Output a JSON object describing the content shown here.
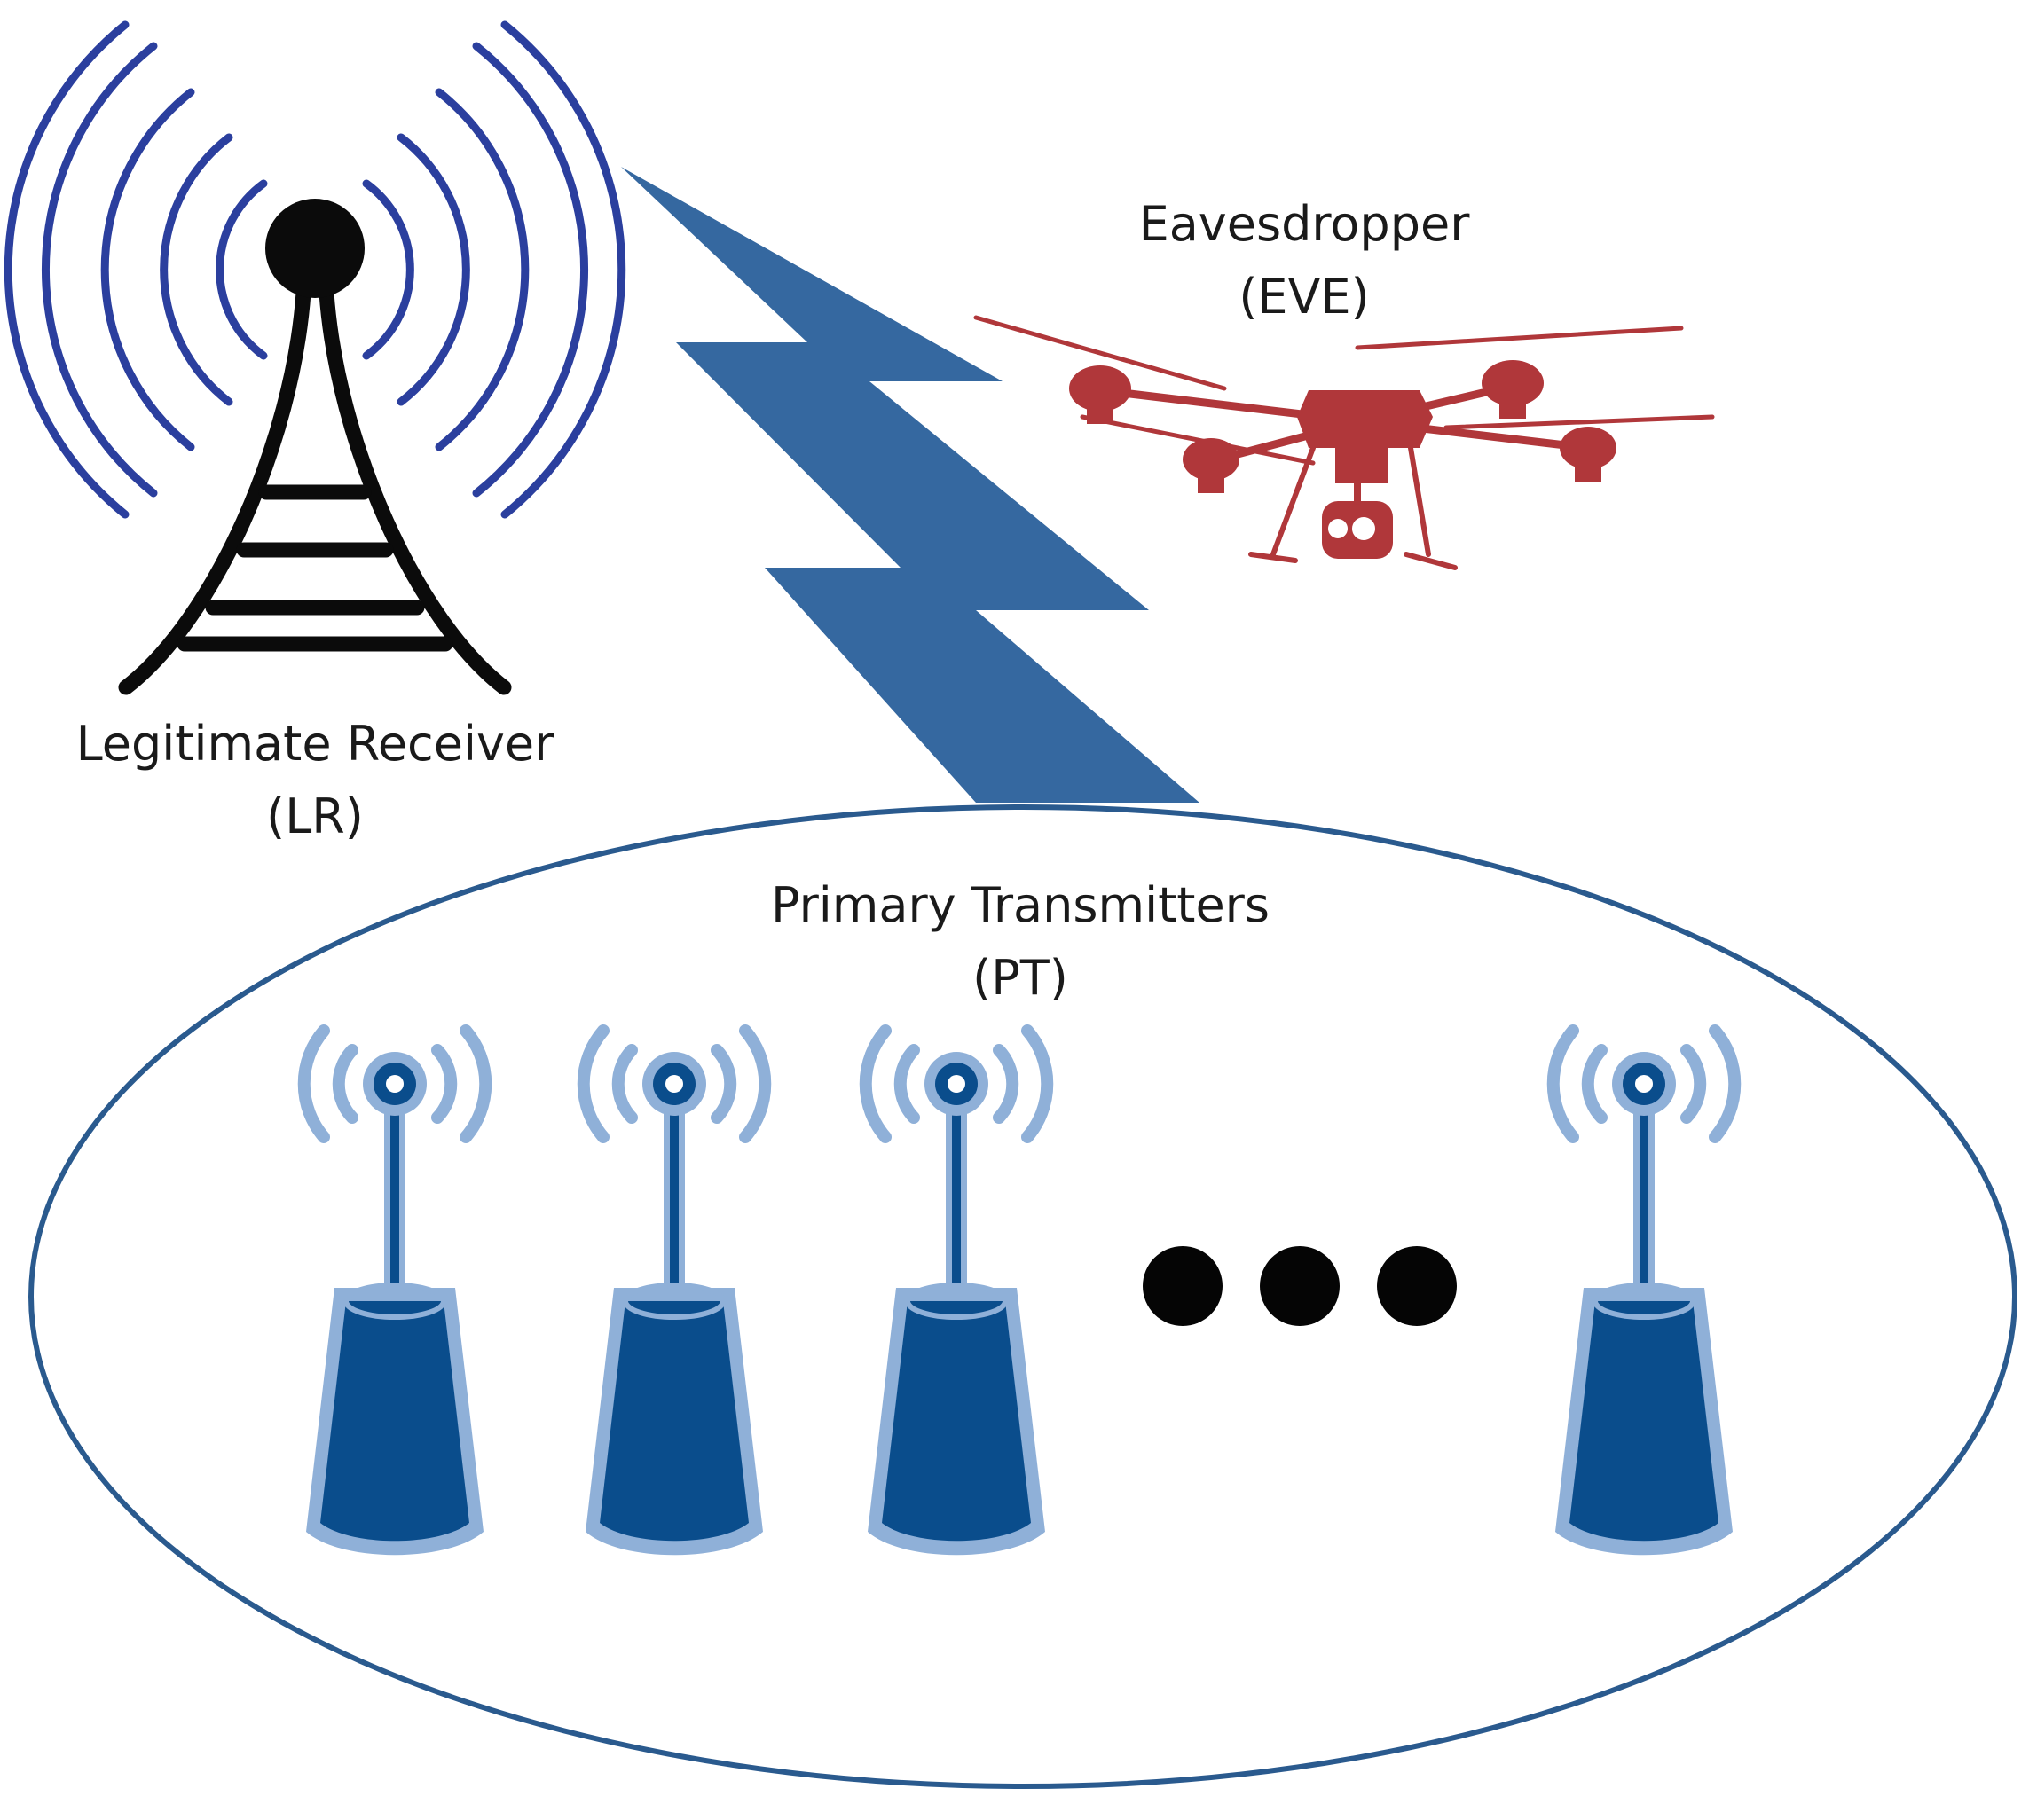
{
  "labels": {
    "legitimate_receiver": {
      "name": "Legitimate Receiver",
      "abbr": "(LR)"
    },
    "eavesdropper": {
      "name": "Eavesdropper",
      "abbr": "(EVE)"
    },
    "primary_transmitters": {
      "name": "Primary Transmitters",
      "abbr": "(PT)"
    }
  },
  "colors": {
    "receiver_waves": "#2b3f9e",
    "tower": "#0b0b0b",
    "lightning": "#3568a0",
    "ellipse": "#2a5a8e",
    "transmitter_dark": "#0a4d8c",
    "transmitter_light": "#8fb0d8",
    "drone": "#b0373a",
    "ellipsis_dots": "#050505"
  },
  "icons": [
    "receiver-tower-icon",
    "lightning-bolt-icon",
    "drone-icon",
    "transmitter-icon",
    "ellipsis-dots"
  ]
}
